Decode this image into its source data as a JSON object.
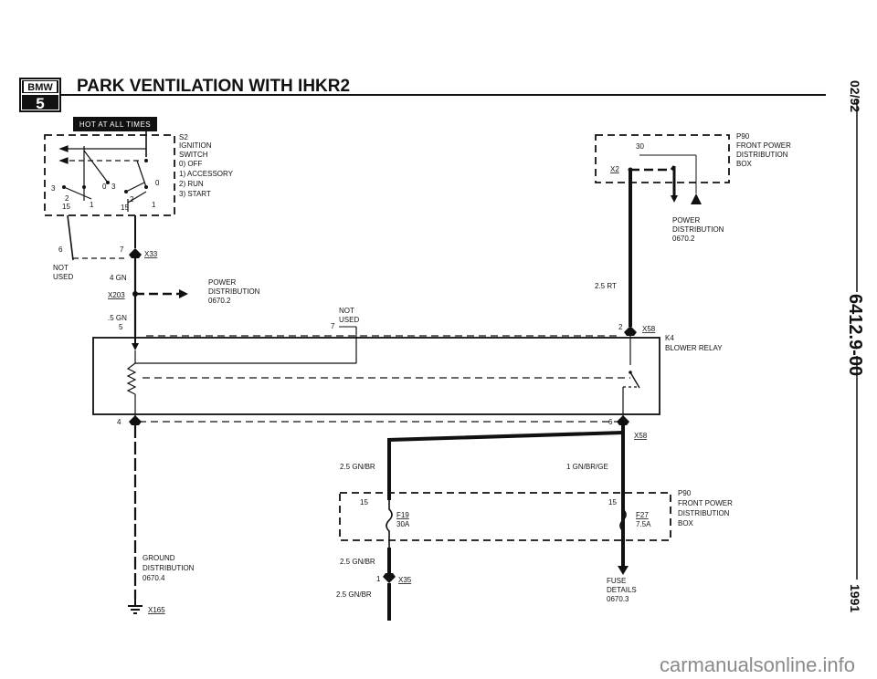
{
  "header": {
    "logo_top": "BMW",
    "logo_bottom": "5",
    "title": "PARK VENTILATION WITH IHKR2"
  },
  "side": {
    "date": "02/92",
    "code": "6412.9-00",
    "year": "1991"
  },
  "hot_badge": "HOT AT ALL TIMES",
  "ignition": {
    "id": "S2",
    "name1": "IGNITION",
    "name2": "SWITCH",
    "pos0": "0)  OFF",
    "pos1": "1)  ACCESSORY",
    "pos2": "2)  RUN",
    "pos3": "3)  START",
    "pin3": "3",
    "pin0a": "0",
    "pin3b": "3",
    "pin0b": "0",
    "pin2a": "2",
    "pin1a": "1",
    "pin2b": "2",
    "pin1b": "1",
    "pin15a": "15",
    "pin15b": "15"
  },
  "x33": {
    "pin6": "6",
    "pin7": "7",
    "id": "X33"
  },
  "not_used_1": [
    "NOT",
    "USED"
  ],
  "wire_4gn": "4 GN",
  "x203": "X203",
  "power_dist_left": [
    "POWER",
    "DISTRIBUTION",
    "0670.2"
  ],
  "wire_5gn": ".5 GN",
  "pin5": "5",
  "not_used_2": [
    "NOT",
    "USED"
  ],
  "pin7r": "7",
  "p90_top": {
    "id": "P90",
    "l1": "FRONT POWER",
    "l2": "DISTRIBUTION",
    "l3": "BOX",
    "pin30": "30",
    "x2": "X2"
  },
  "power_dist_right": [
    "POWER",
    "DISTRIBUTION",
    "0670.2"
  ],
  "wire_25rt": "2.5 RT",
  "x58_top": {
    "pin": "2",
    "id": "X58"
  },
  "relay": {
    "id": "K4",
    "name": "BLOWER RELAY"
  },
  "pin4": "4",
  "x58_bottom": {
    "pin": "6",
    "id": "X58"
  },
  "wire_25gnbr_top": "2.5 GN/BR",
  "wire_1gnbrge": "1 GN/BR/GE",
  "fuse_box": {
    "pin15a": "15",
    "pin15b": "15",
    "f19": "F19",
    "f19_amp": "30A",
    "f27": "F27",
    "f27_amp": "7.5A",
    "id": "P90",
    "l1": "FRONT POWER",
    "l2": "DISTRIBUTION",
    "l3": "BOX"
  },
  "wire_25gnbr_mid": "2.5 GN/BR",
  "x35": {
    "pin": "1",
    "id": "X35"
  },
  "wire_25gnbr_bot": "2.5 GN/BR",
  "fuse_details": [
    "FUSE",
    "DETAILS",
    "0670.3"
  ],
  "ground": {
    "l1": "GROUND",
    "l2": "DISTRIBUTION",
    "l3": "0670.4",
    "id": "X165"
  },
  "watermark": "carmanualsonline.info"
}
